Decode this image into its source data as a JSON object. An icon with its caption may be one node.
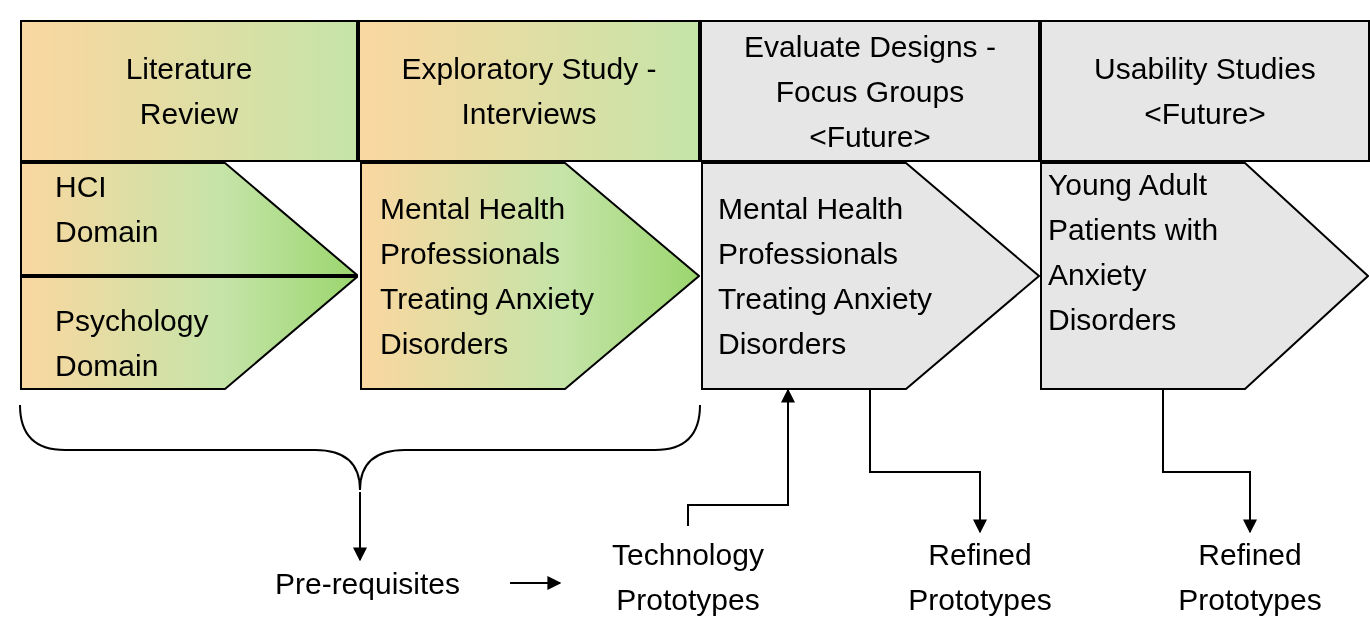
{
  "diagram": {
    "nodes": [
      {
        "text": [
          "Literature Review"
        ]
      },
      {
        "text": [
          "Exploratory Study - Interviews"
        ]
      },
      {
        "text": [
          "Evaluate Designs - Focus Groups <Future>"
        ]
      },
      {
        "text": [
          "Usability Studies <Future>"
        ]
      },
      {
        "text": [
          "HCI Domain"
        ]
      },
      {
        "text": [
          "Psychology Domain"
        ]
      },
      {
        "text": [
          "Mental Health Professionals Treating Anxiety Disorders"
        ]
      },
      {
        "text": [
          "Mental Health Professionals Treating Anxiety Disorders"
        ]
      },
      {
        "text": [
          "Young Adult Patients with Anxiety Disorders"
        ]
      },
      {
        "text": [
          "Pre-requisites"
        ]
      },
      {
        "text": [
          "Technology Prototypes"
        ]
      },
      {
        "text": [
          "Refined Prototypes"
        ]
      },
      {
        "text": [
          "Refined Prototypes"
        ]
      },
      {
        "text": [],
        "shape": "brace"
      }
    ],
    "edges": [
      {
        "from": 13,
        "to": 9,
        "arrow": "to"
      },
      {
        "from": 9,
        "to": 10,
        "arrow": "to"
      },
      {
        "from": 10,
        "to": 7,
        "arrow": "to"
      },
      {
        "from": 7,
        "to": 11,
        "arrow": "to"
      },
      {
        "from": 8,
        "to": 12,
        "arrow": "to"
      }
    ]
  }
}
